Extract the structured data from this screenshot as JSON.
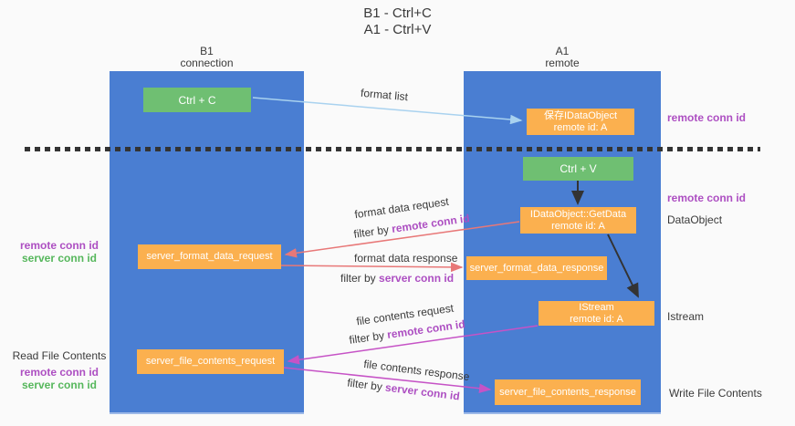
{
  "title": {
    "line1": "B1 - Ctrl+C",
    "line2": "A1 - Ctrl+V"
  },
  "columns": {
    "left": {
      "name": "B1",
      "role": "connection"
    },
    "right": {
      "name": "A1",
      "role": "remote"
    }
  },
  "nodes": {
    "ctrl_c": {
      "label": "Ctrl + C"
    },
    "ctrl_v": {
      "label": "Ctrl + V"
    },
    "save_dataobject": {
      "line1": "保存IDataObject",
      "line2": "remote id: A"
    },
    "getdata": {
      "line1": "IDataObject::GetData",
      "line2": "remote id: A"
    },
    "istream": {
      "line1": "IStream",
      "line2": "remote id: A"
    },
    "server_format_data_request": {
      "label": "server_format_data_request"
    },
    "server_format_data_response": {
      "label": "server_format_data_response"
    },
    "server_file_contents_request": {
      "label": "server_file_contents_request"
    },
    "server_file_contents_response": {
      "label": "server_file_contents_response"
    }
  },
  "arrows": {
    "format_list": {
      "label": "format list"
    },
    "format_data_request": {
      "label": "format data request",
      "filter_prefix": "filter by ",
      "filter_value": "remote conn id"
    },
    "format_data_response": {
      "label": "format data response",
      "filter_prefix": "filter by ",
      "filter_value": "server conn id"
    },
    "file_contents_request": {
      "label": "file contents request",
      "filter_prefix": "filter by ",
      "filter_value": "remote conn id"
    },
    "file_contents_response": {
      "label": "file contents response",
      "filter_prefix": "filter by ",
      "filter_value": "server conn id"
    }
  },
  "side_labels": {
    "right_top_remote_conn_id": "remote conn id",
    "right_mid_remote_conn_id": "remote conn id",
    "right_dataobject": "DataObject",
    "right_istream": "Istream",
    "right_write_file_contents": "Write File Contents",
    "left_format_remote_conn_id": "remote conn id",
    "left_format_server_conn_id": "server conn id",
    "left_read_file_contents": "Read File Contents",
    "left_file_remote_conn_id": "remote conn id",
    "left_file_server_conn_id": "server conn id"
  },
  "colors": {
    "background": "#fafafa",
    "column_blue": "#4a7ed2",
    "node_orange": "#fbb04f",
    "node_green": "#6fbf72",
    "arrow_light_blue": "#a9d2ef",
    "arrow_salmon": "#e87878",
    "arrow_magenta": "#c653c6",
    "arrow_black": "#333333",
    "text_purple": "#ad4fc2",
    "text_green": "#56b75c"
  }
}
